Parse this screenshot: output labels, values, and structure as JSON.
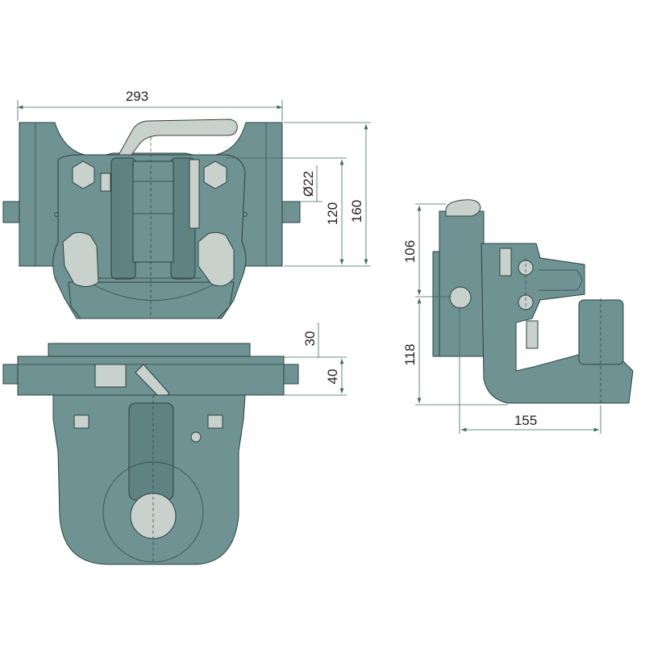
{
  "drawing": {
    "colors": {
      "body": "#6f9292",
      "light_parts": "#c9d1cd",
      "outline": "#2b4242",
      "dimension_lines": "#3d6b5a"
    },
    "dimensions": {
      "overall_width": "293",
      "pin_diameter": "Ø22",
      "bolt_spacing": "120",
      "flange_height": "160",
      "plate_thickness": "30",
      "bar_height": "40",
      "upper_height": "106",
      "lower_height": "118",
      "reach": "155"
    }
  }
}
